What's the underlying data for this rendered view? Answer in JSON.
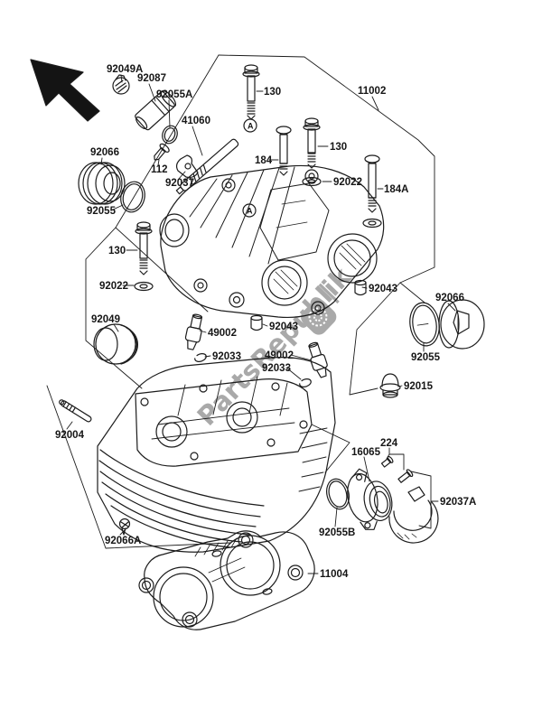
{
  "diagram": {
    "background": "#ffffff",
    "line_color": "#1c1c1c",
    "watermark": {
      "text": "PartsRepublik",
      "separator": "|",
      "color": "#a9a9a9",
      "logo_icon": "parts-republik-badge-icon"
    },
    "markers": {
      "view_arrow_icon": "direction-arrow-icon",
      "assembly_ref": "A"
    },
    "labels": [
      {
        "text": "92049A"
      },
      {
        "text": "92087"
      },
      {
        "text": "92055A"
      },
      {
        "text": "41060"
      },
      {
        "text": "92066"
      },
      {
        "text": "112"
      },
      {
        "text": "92037"
      },
      {
        "text": "130"
      },
      {
        "text": "11002"
      },
      {
        "text": "184"
      },
      {
        "text": "130"
      },
      {
        "text": "92022"
      },
      {
        "text": "184A"
      },
      {
        "text": "92055"
      },
      {
        "text": "130"
      },
      {
        "text": "92022"
      },
      {
        "text": "92049"
      },
      {
        "text": "92043"
      },
      {
        "text": "92043"
      },
      {
        "text": "49002"
      },
      {
        "text": "92033"
      },
      {
        "text": "49002"
      },
      {
        "text": "92033"
      },
      {
        "text": "92066"
      },
      {
        "text": "92055"
      },
      {
        "text": "92015"
      },
      {
        "text": "92004"
      },
      {
        "text": "16065"
      },
      {
        "text": "224"
      },
      {
        "text": "92037A"
      },
      {
        "text": "92055B"
      },
      {
        "text": "92066A"
      },
      {
        "text": "11004"
      }
    ]
  }
}
